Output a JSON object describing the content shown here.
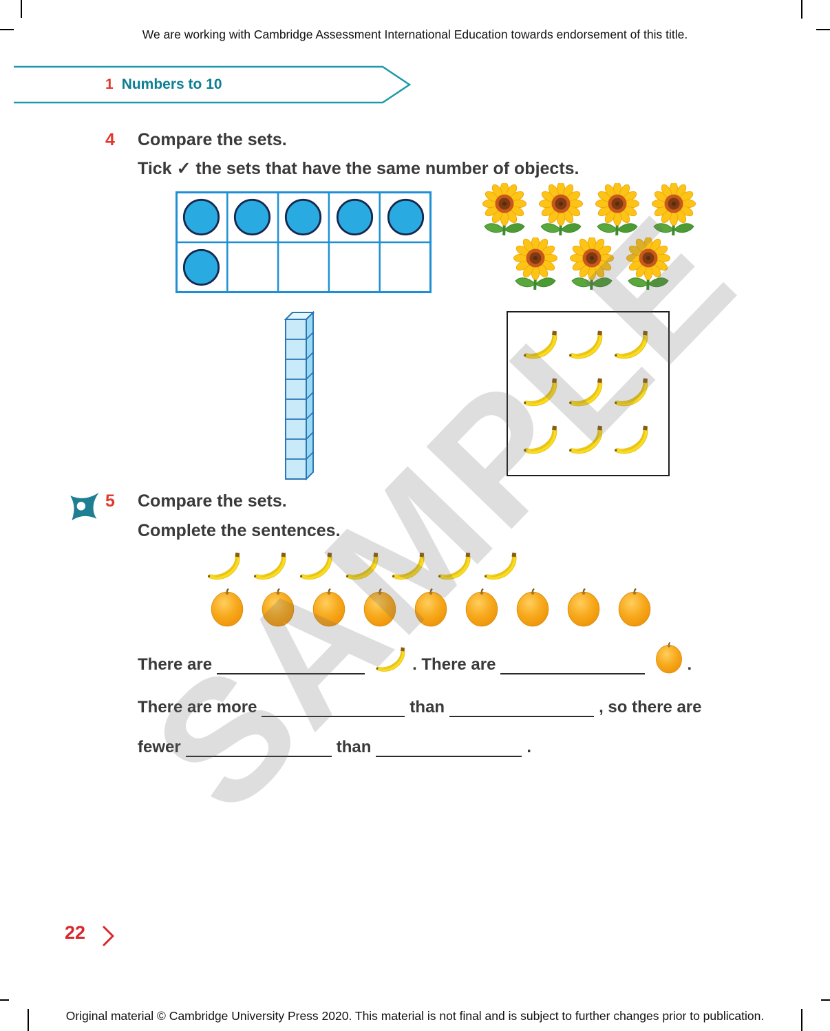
{
  "header": {
    "endorsement": "We are working with Cambridge Assessment International Education towards endorsement of this title."
  },
  "banner": {
    "chapter_number": "1",
    "chapter_title": "Numbers to 10"
  },
  "question4": {
    "number": "4",
    "instruction1": "Compare the sets.",
    "instruction2": "Tick ✓ the sets that have the same number of objects.",
    "sets": {
      "ten_frame": {
        "columns": 5,
        "rows": 2,
        "counters_top_row": 5,
        "counters_bottom_row": 1,
        "total_counters": 6
      },
      "sunflowers": {
        "row1_count": 4,
        "row2_count": 3,
        "total": 7
      },
      "cube_tower": {
        "cubes": 8
      },
      "banana_box": {
        "rows": 3,
        "columns": 3,
        "total": 9
      }
    }
  },
  "question5": {
    "number": "5",
    "instruction1": "Compare the sets.",
    "instruction2": "Complete the sentences.",
    "banana_row_count": 7,
    "orange_row_count": 9,
    "sentences": {
      "s1a": "There are",
      "s1b": ". There are",
      "s1c": ".",
      "s2a": "There are more",
      "s2b": "than",
      "s2c": ", so there are",
      "s3a": "fewer",
      "s3b": "than",
      "s3c": "."
    }
  },
  "footer": {
    "page_number": "22",
    "copyright": "Original material © Cambridge University Press 2020. This material is not final and is subject to further changes prior to publication."
  },
  "watermark": "SAMPLE",
  "colors": {
    "accent_red": "#E2392E",
    "accent_teal": "#0C7F91",
    "frame_blue": "#1E8FD3",
    "counter_blue": "#29ABE2",
    "cube_blue": "#C9EAF8"
  }
}
